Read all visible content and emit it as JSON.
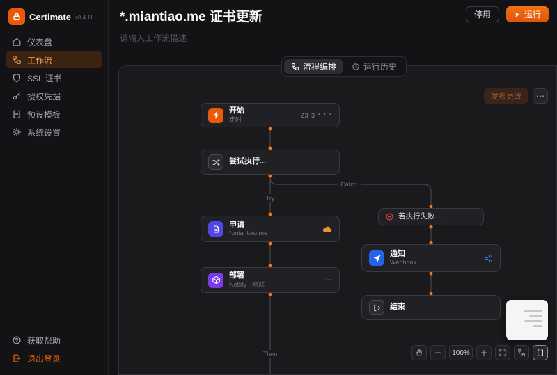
{
  "app": {
    "name": "Certimate",
    "version": "v0.4.11"
  },
  "sidebar": {
    "items": [
      {
        "label": "仪表盘"
      },
      {
        "label": "工作流"
      },
      {
        "label": "SSL 证书"
      },
      {
        "label": "授权凭据"
      },
      {
        "label": "预设模板"
      },
      {
        "label": "系统设置"
      }
    ],
    "help": "获取帮助",
    "logout": "退出登录"
  },
  "header": {
    "title": "*.miantiao.me 证书更新",
    "description": "请输入工作流描述",
    "disable_button": "停用",
    "run_button": "运行"
  },
  "tabs": {
    "editor": "流程编排",
    "history": "运行历史"
  },
  "canvas": {
    "publish_button": "发布更改",
    "more_button": "⋯",
    "labels": {
      "try": "Try",
      "catch": "Catch",
      "then": "Then"
    },
    "nodes": {
      "start": {
        "title": "开始",
        "subtitle": "定时",
        "value": "23 3 * * *"
      },
      "try_block": {
        "title": "尝试执行..."
      },
      "apply": {
        "title": "申请",
        "subtitle": "*.miantiao.me"
      },
      "deploy": {
        "title": "部署",
        "subtitle": "Netlify - 网站",
        "more": "⋯"
      },
      "fail": {
        "title": "若执行失败..."
      },
      "notify": {
        "title": "通知",
        "subtitle": "Webhook"
      },
      "end": {
        "title": "结束"
      }
    },
    "toolbar": {
      "zoom": "100%"
    }
  },
  "colors": {
    "accent": "#ea580c"
  }
}
